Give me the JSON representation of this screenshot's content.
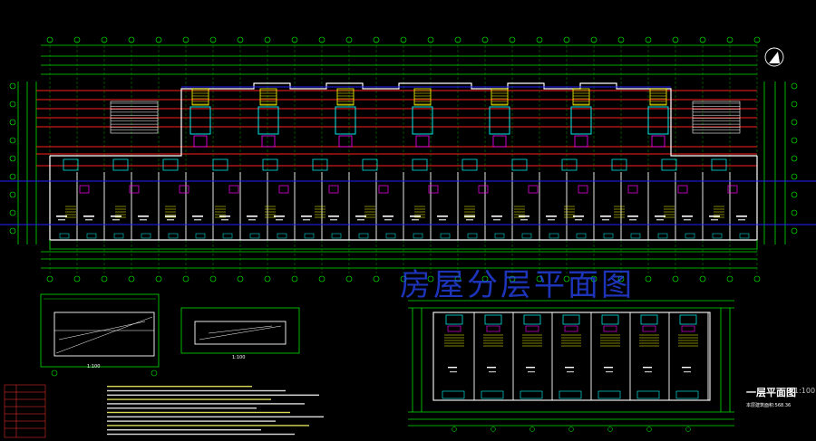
{
  "drawing": {
    "main_title": "房屋分层平面图",
    "ground_floor_title": "一层平面图",
    "ground_floor_scale": "1:100",
    "ground_floor_note": "本层建筑面积:568.36",
    "detail_1_label": "1:100",
    "detail_2_label": "1:100"
  },
  "colors": {
    "background": "#000000",
    "walls": "#ffffff",
    "axis": "#00ff00",
    "dimension": "#00ff00",
    "red_lines": "#ff2020",
    "blue_lines": "#2020ff",
    "yellow": "#ffff00",
    "cyan": "#00ffff",
    "magenta": "#ff00ff",
    "title_blue": "#2846ff"
  },
  "icons": [
    "north-arrow-icon",
    "axis-bubble-icon"
  ]
}
